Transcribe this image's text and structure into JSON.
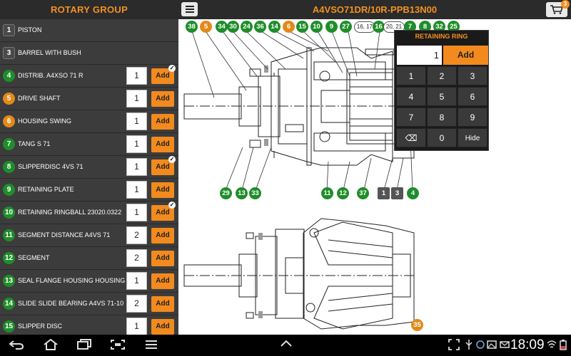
{
  "header": {
    "left_title": "ROTARY GROUP",
    "right_title": "A4VSO71DR/10R-PPB13N00",
    "cart_count": "3"
  },
  "parts": [
    {
      "num": "1",
      "style": "gray",
      "name": "PISTON",
      "has_add": false
    },
    {
      "num": "3",
      "style": "gray",
      "name": "BARREL WITH BUSH",
      "has_add": false
    },
    {
      "num": "4",
      "style": "green",
      "name": "DISTRIB. A4XSO 71 R",
      "has_add": true,
      "qty": "1",
      "checked": true
    },
    {
      "num": "5",
      "style": "orange",
      "name": "DRIVE SHAFT",
      "has_add": true,
      "qty": "1",
      "checked": false
    },
    {
      "num": "6",
      "style": "orange",
      "name": "HOUSING SWING",
      "has_add": true,
      "qty": "1",
      "checked": false
    },
    {
      "num": "7",
      "style": "green",
      "name": "TANG S 71",
      "has_add": true,
      "qty": "1",
      "checked": false
    },
    {
      "num": "8",
      "style": "green",
      "name": "SLIPPERDISC 4VS 71",
      "has_add": true,
      "qty": "1",
      "checked": true
    },
    {
      "num": "9",
      "style": "green",
      "name": "RETAINING PLATE",
      "has_add": true,
      "qty": "1",
      "checked": false
    },
    {
      "num": "10",
      "style": "green",
      "name": "RETAINING RINGBALL 23020.0322",
      "has_add": true,
      "qty": "1",
      "checked": true
    },
    {
      "num": "11",
      "style": "green",
      "name": "SEGMENT DISTANCE A4VS 71",
      "has_add": true,
      "qty": "2",
      "checked": false
    },
    {
      "num": "12",
      "style": "green",
      "name": "SEGMENT",
      "has_add": true,
      "qty": "2",
      "checked": false
    },
    {
      "num": "13",
      "style": "green",
      "name": "SEAL FLANGE HOUSING HOUSING",
      "has_add": true,
      "qty": "1",
      "checked": false
    },
    {
      "num": "14",
      "style": "green",
      "name": "SLIDE SLIDE BEARING A4VS 71-10",
      "has_add": true,
      "qty": "2",
      "checked": false
    },
    {
      "num": "15",
      "style": "green",
      "name": "SLIPPER DISC",
      "has_add": true,
      "qty": "1",
      "checked": false
    }
  ],
  "add_label": "Add",
  "callouts_top": [
    {
      "label": "38",
      "style": "green"
    },
    {
      "label": "5",
      "style": "orange"
    },
    {
      "label": "34",
      "style": "green"
    },
    {
      "label": "30",
      "style": "green"
    },
    {
      "label": "24",
      "style": "green"
    },
    {
      "label": "36",
      "style": "green"
    },
    {
      "label": "14",
      "style": "green"
    },
    {
      "label": "6",
      "style": "orange"
    },
    {
      "label": "15",
      "style": "green"
    },
    {
      "label": "10",
      "style": "green"
    },
    {
      "label": "9",
      "style": "green"
    },
    {
      "label": "27",
      "style": "green"
    },
    {
      "label": "16, 17",
      "style": "white"
    },
    {
      "label": "16",
      "style": "green"
    },
    {
      "label": "20, 21",
      "style": "white"
    },
    {
      "label": "7",
      "style": "green"
    },
    {
      "label": "8",
      "style": "green"
    },
    {
      "label": "32",
      "style": "green"
    },
    {
      "label": "25",
      "style": "green"
    }
  ],
  "callouts_bottom": [
    {
      "label": "29",
      "style": "green"
    },
    {
      "label": "13",
      "style": "green"
    },
    {
      "label": "33",
      "style": "green"
    },
    {
      "label": "11",
      "style": "green"
    },
    {
      "label": "12",
      "style": "green"
    },
    {
      "label": "37",
      "style": "green"
    },
    {
      "label": "1",
      "style": "gray"
    },
    {
      "label": "3",
      "style": "gray"
    },
    {
      "label": "4",
      "style": "green"
    }
  ],
  "callout_35": "35",
  "keypad": {
    "title": "RETAINING RING",
    "value": "1",
    "add_label": "Add",
    "keys": [
      "1",
      "2",
      "3",
      "4",
      "5",
      "6",
      "7",
      "8",
      "9",
      "⌫",
      "0",
      "Hide"
    ]
  },
  "status": {
    "time": "18:09"
  }
}
